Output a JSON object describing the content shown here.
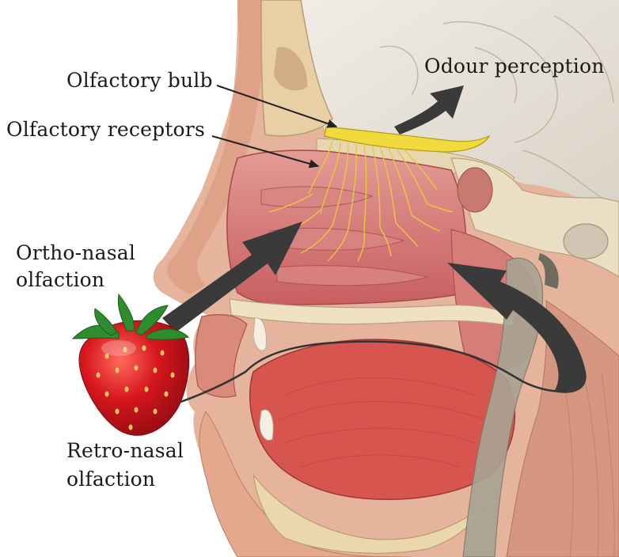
{
  "labels": {
    "olfactory_bulb": "Olfactory bulb",
    "olfactory_receptors": "Olfactory receptors",
    "odour_perception": "Odour perception",
    "ortho_nasal_line1": "Ortho-nasal",
    "ortho_nasal_line2": "olfaction",
    "retro_nasal_line1": "Retro-nasal",
    "retro_nasal_line2": "olfaction"
  },
  "colors": {
    "background": "#ffffff",
    "arrow": "#3a3a3a",
    "nerve": "#e8d23a",
    "nasal_cavity": "#cf6a6a",
    "tissue": "#e9b9a4",
    "bone": "#efe0c0",
    "brain": "#e8e3da",
    "strawberry": "#c8141c",
    "leaves": "#2e8b2e"
  }
}
